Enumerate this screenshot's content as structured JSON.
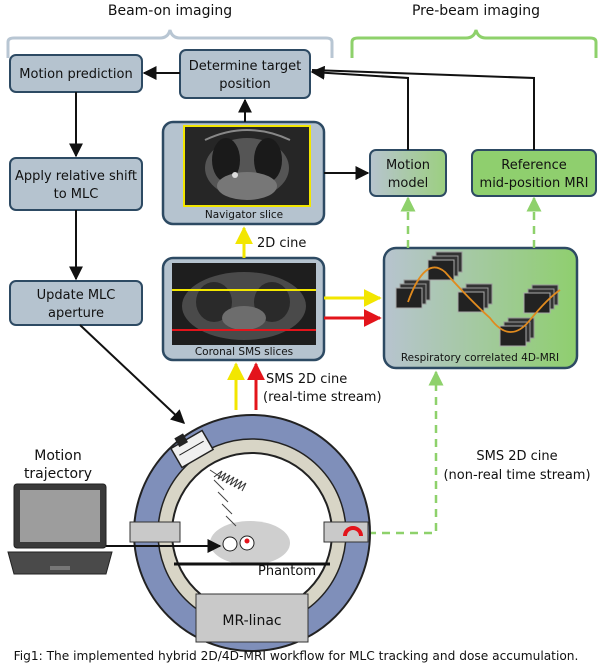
{
  "groups": {
    "beam_on": "Beam-on imaging",
    "pre_beam": "Pre-beam imaging"
  },
  "boxes": {
    "motion_prediction": "Motion prediction",
    "determine_target": [
      "Determine target",
      "position"
    ],
    "apply_shift": [
      "Apply relative shift",
      "to MLC"
    ],
    "update_mlc": [
      "Update MLC",
      "aperture"
    ],
    "motion_model": [
      "Motion",
      "model"
    ],
    "reference_mri": [
      "Reference",
      "mid-position MRI"
    ]
  },
  "panels": {
    "navigator": "Navigator slice",
    "coronal": "Coronal SMS slices",
    "four_d": "Respiratory correlated 4D-MRI"
  },
  "labels": {
    "cine_2d": "2D cine",
    "sms_realtime": [
      "SMS 2D cine",
      "(real-time stream)"
    ],
    "sms_nonrealtime": [
      "SMS 2D cine",
      "(non-real time stream)"
    ],
    "motion_trajectory": [
      "Motion",
      "trajectory"
    ],
    "phantom": "Phantom",
    "mr_linac": "MR-linac"
  },
  "caption": "Fig1: The implemented hybrid 2D/4D-MRI workflow for MLC tracking and dose accumulation.",
  "colors": {
    "box_fill": "#b5c3cf",
    "box_stroke": "#2d4a63",
    "green_fill": "#8fcf6e",
    "bracket_gray": "#b8c6d3",
    "bracket_green": "#8ed16b",
    "yellow_arrow": "#f2e600",
    "red_arrow": "#e3141b",
    "ring_blue": "#7f8fba",
    "ring_beige": "#d8d5c6"
  }
}
